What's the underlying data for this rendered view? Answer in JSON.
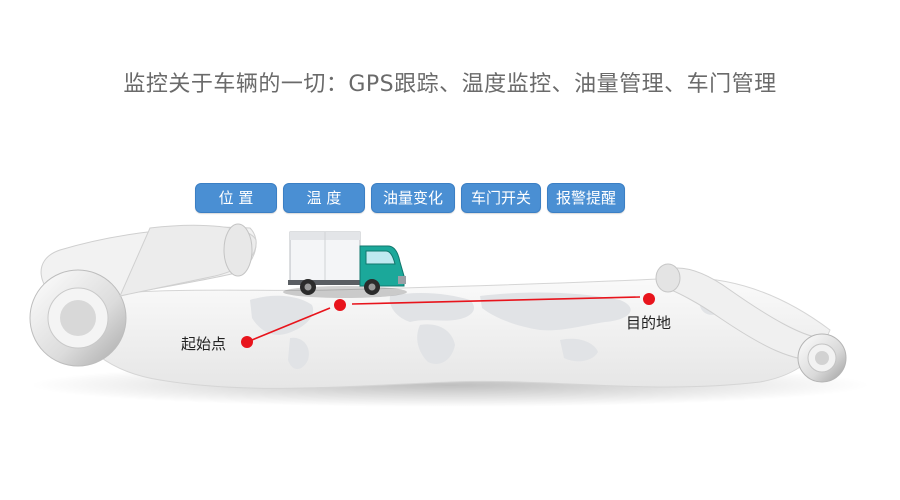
{
  "headline": "监控关于车辆的一切：GPS跟踪、温度监控、油量管理、车门管理",
  "tags": [
    {
      "label": "位 置"
    },
    {
      "label": "温 度"
    },
    {
      "label": "油量变化"
    },
    {
      "label": "车门开关"
    },
    {
      "label": "报警提醒"
    }
  ],
  "route": {
    "start_label": "起始点",
    "end_label": "目的地",
    "line_color": "#e8141c"
  },
  "colors": {
    "tag_bg": "#4a8fd3",
    "truck_cab": "#1ba89a",
    "map_land": "#e1e3e6"
  }
}
